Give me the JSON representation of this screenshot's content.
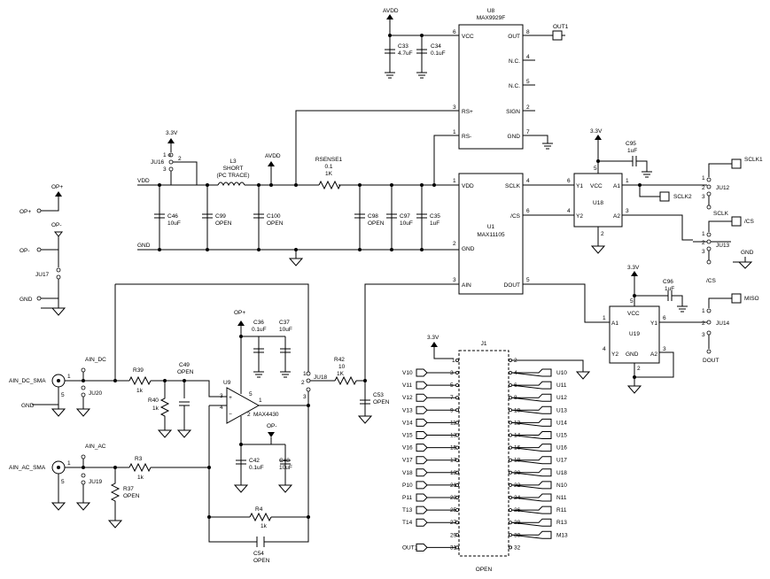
{
  "supplies": {
    "avdd": "AVDD",
    "v33": "3.3V",
    "vdd": "VDD",
    "gnd": "GND",
    "op_plus": "OP+",
    "op_minus": "OP-"
  },
  "u8": {
    "ref": "U8",
    "part": "MAX9929F",
    "pins": {
      "vcc": "VCC",
      "out": "OUT",
      "nc1": "N.C.",
      "nc2": "N.C.",
      "sign": "SIGN",
      "gnd": "GND",
      "rsp": "RS+",
      "rsm": "RS-"
    },
    "nums": {
      "vcc": "6",
      "out": "8",
      "nc1": "4",
      "nc2": "5",
      "sign": "2",
      "gnd": "7",
      "rsp": "3",
      "rsm": "1"
    }
  },
  "u1": {
    "ref": "U1",
    "part": "MAX11105",
    "pins": {
      "vdd": "VDD",
      "sclk": "SCLK",
      "cs": "/CS",
      "gnd": "GND",
      "ain": "AIN",
      "dout": "DOUT"
    },
    "nums": {
      "vdd": "1",
      "sclk": "4",
      "cs": "6",
      "gnd": "2",
      "ain": "3",
      "dout": "5"
    }
  },
  "u18": {
    "ref": "U18",
    "pins": {
      "vcc": "VCC",
      "y1": "Y1",
      "a1": "A1",
      "y2": "Y2",
      "a2": "A2"
    },
    "nums": {
      "vcc": "5",
      "y1": "6",
      "a1": "1",
      "y2": "4",
      "a2": "3",
      "gnd": "2"
    }
  },
  "u19": {
    "ref": "U19",
    "pins": {
      "vcc": "VCC",
      "a1": "A1",
      "y1": "Y1",
      "y2": "Y2",
      "gnd": "GND",
      "a2": "A2"
    },
    "nums": {
      "vcc": "5",
      "a1": "1",
      "y1": "6",
      "y2": "4",
      "gnd": "2",
      "a2": "3"
    }
  },
  "u9": {
    "ref": "U9",
    "part": "MAX4430",
    "nums": {
      "inp": "3",
      "inm": "4",
      "vp": "5",
      "out": "1",
      "vm": "2"
    }
  },
  "caps": {
    "c33": [
      "C33",
      "4.7uF"
    ],
    "c34": [
      "C34",
      "0.1uF"
    ],
    "c46": [
      "C46",
      "10uF"
    ],
    "c99": [
      "C99",
      "OPEN"
    ],
    "c100": [
      "C100",
      "OPEN"
    ],
    "c98": [
      "C98",
      "OPEN"
    ],
    "c97": [
      "C97",
      "10uF"
    ],
    "c35": [
      "C35",
      "1uF"
    ],
    "c95": [
      "C95",
      "1uF"
    ],
    "c96": [
      "C96",
      "1uF"
    ],
    "c36": [
      "C36",
      "0.1uF"
    ],
    "c37": [
      "C37",
      "10uF"
    ],
    "c49": [
      "C49",
      "OPEN"
    ],
    "c53": [
      "C53",
      "OPEN"
    ],
    "c42": [
      "C42",
      "0.1uF"
    ],
    "c48": [
      "C48",
      "10uF"
    ],
    "c54": [
      "C54",
      "OPEN"
    ]
  },
  "res": {
    "rsense": [
      "RSENSE1",
      "0.1",
      "1K"
    ],
    "r39": [
      "R39",
      "1k"
    ],
    "r40": [
      "R40",
      "1k"
    ],
    "r3": [
      "R3",
      "1k"
    ],
    "r37": [
      "R37",
      "OPEN"
    ],
    "r42": [
      "R42",
      "10",
      "1K"
    ],
    "r4": [
      "R4",
      "1k"
    ]
  },
  "l3": [
    "L3",
    "SHORT",
    "(PC TRACE)"
  ],
  "jumpers": {
    "ju16": "JU16",
    "ju17": "JU17",
    "ju18": "JU18",
    "ju19": "JU19",
    "ju20": "JU20",
    "ju12": "JU12",
    "ju13": "JU13",
    "ju14": "JU14"
  },
  "jumper_pins": {
    "p1": "1",
    "p2": "2",
    "p3": "3",
    "p16": "1 o"
  },
  "nets": {
    "out1": "OUT1",
    "sclk1": "SCLK1",
    "sclk2": "SCLK2",
    "sclk": "SCLK",
    "cs": "/CS",
    "cs2": "/CS",
    "miso": "MISO",
    "dout": "DOUT",
    "ain_dc": "AIN_DC",
    "ain_ac": "AIN_AC",
    "ain_dc_sma": "AIN_DC_SMA",
    "ain_ac_sma": "AIN_AC_SMA",
    "sma_pin1": "1",
    "sma_pin5": "5"
  },
  "j1": {
    "ref": "J1",
    "label": "OPEN",
    "left": [
      [
        "V10",
        "3"
      ],
      [
        "V11",
        "5"
      ],
      [
        "V12",
        "7"
      ],
      [
        "V13",
        "9"
      ],
      [
        "V14",
        "11"
      ],
      [
        "V15",
        "13"
      ],
      [
        "V16",
        "15"
      ],
      [
        "V17",
        "17"
      ],
      [
        "V18",
        "19"
      ],
      [
        "P10",
        "21"
      ],
      [
        "P11",
        "23"
      ],
      [
        "T13",
        "25"
      ],
      [
        "T14",
        "27"
      ],
      [
        "",
        "29"
      ],
      [
        "OUT1",
        "31"
      ]
    ],
    "right": [
      [
        "U10",
        "4"
      ],
      [
        "U11",
        "6"
      ],
      [
        "U12",
        "8"
      ],
      [
        "U13",
        "10"
      ],
      [
        "U14",
        "12"
      ],
      [
        "U15",
        "14"
      ],
      [
        "U16",
        "16"
      ],
      [
        "U17",
        "18"
      ],
      [
        "U18",
        "20"
      ],
      [
        "N10",
        "22"
      ],
      [
        "N11",
        "24"
      ],
      [
        "R11",
        "26"
      ],
      [
        "R13",
        "28"
      ],
      [
        "M13",
        "30"
      ],
      [
        "",
        "32"
      ]
    ],
    "pin1": "1",
    "pin2": "2"
  }
}
